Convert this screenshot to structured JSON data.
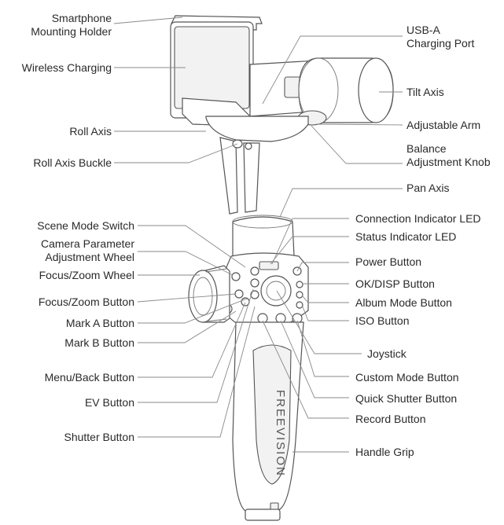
{
  "labels_left": [
    {
      "id": "smartphone-mounting-holder",
      "text": "Smartphone\nMounting Holder"
    },
    {
      "id": "wireless-charging",
      "text": "Wireless Charging"
    },
    {
      "id": "roll-axis",
      "text": "Roll Axis"
    },
    {
      "id": "roll-axis-buckle",
      "text": "Roll Axis Buckle"
    },
    {
      "id": "scene-mode-switch",
      "text": "Scene Mode Switch"
    },
    {
      "id": "camera-parameter-adjustment-wheel",
      "text": "Camera Parameter\nAdjustment Wheel"
    },
    {
      "id": "focus-zoom-wheel",
      "text": "Focus/Zoom Wheel"
    },
    {
      "id": "focus-zoom-button",
      "text": "Focus/Zoom Button"
    },
    {
      "id": "mark-a-button",
      "text": "Mark A Button"
    },
    {
      "id": "mark-b-button",
      "text": "Mark B Button"
    },
    {
      "id": "menu-back-button",
      "text": "Menu/Back Button"
    },
    {
      "id": "ev-button",
      "text": "EV Button"
    },
    {
      "id": "shutter-button",
      "text": "Shutter Button"
    }
  ],
  "labels_right": [
    {
      "id": "usb-a-charging-port",
      "text": "USB-A\nCharging Port"
    },
    {
      "id": "tilt-axis",
      "text": "Tilt Axis"
    },
    {
      "id": "adjustable-arm",
      "text": "Adjustable Arm"
    },
    {
      "id": "balance-adjustment-knob",
      "text": "Balance\nAdjustment Knob"
    },
    {
      "id": "pan-axis",
      "text": "Pan Axis"
    },
    {
      "id": "connection-indicator-led",
      "text": "Connection Indicator LED"
    },
    {
      "id": "status-indicator-led",
      "text": "Status Indicator LED"
    },
    {
      "id": "power-button",
      "text": "Power Button"
    },
    {
      "id": "ok-disp-button",
      "text": "OK/DISP Button"
    },
    {
      "id": "album-mode-button",
      "text": "Album Mode Button"
    },
    {
      "id": "iso-button",
      "text": "ISO Button"
    },
    {
      "id": "joystick",
      "text": "Joystick"
    },
    {
      "id": "custom-mode-button",
      "text": "Custom Mode Button"
    },
    {
      "id": "quick-shutter-button",
      "text": "Quick Shutter Button"
    },
    {
      "id": "record-button",
      "text": "Record Button"
    },
    {
      "id": "handle-grip",
      "text": "Handle Grip"
    }
  ],
  "handle_brand_text": "FREEVISION",
  "colors": {
    "line": "#8a8a8a",
    "outline": "#555555",
    "text": "#2a2a2a"
  }
}
